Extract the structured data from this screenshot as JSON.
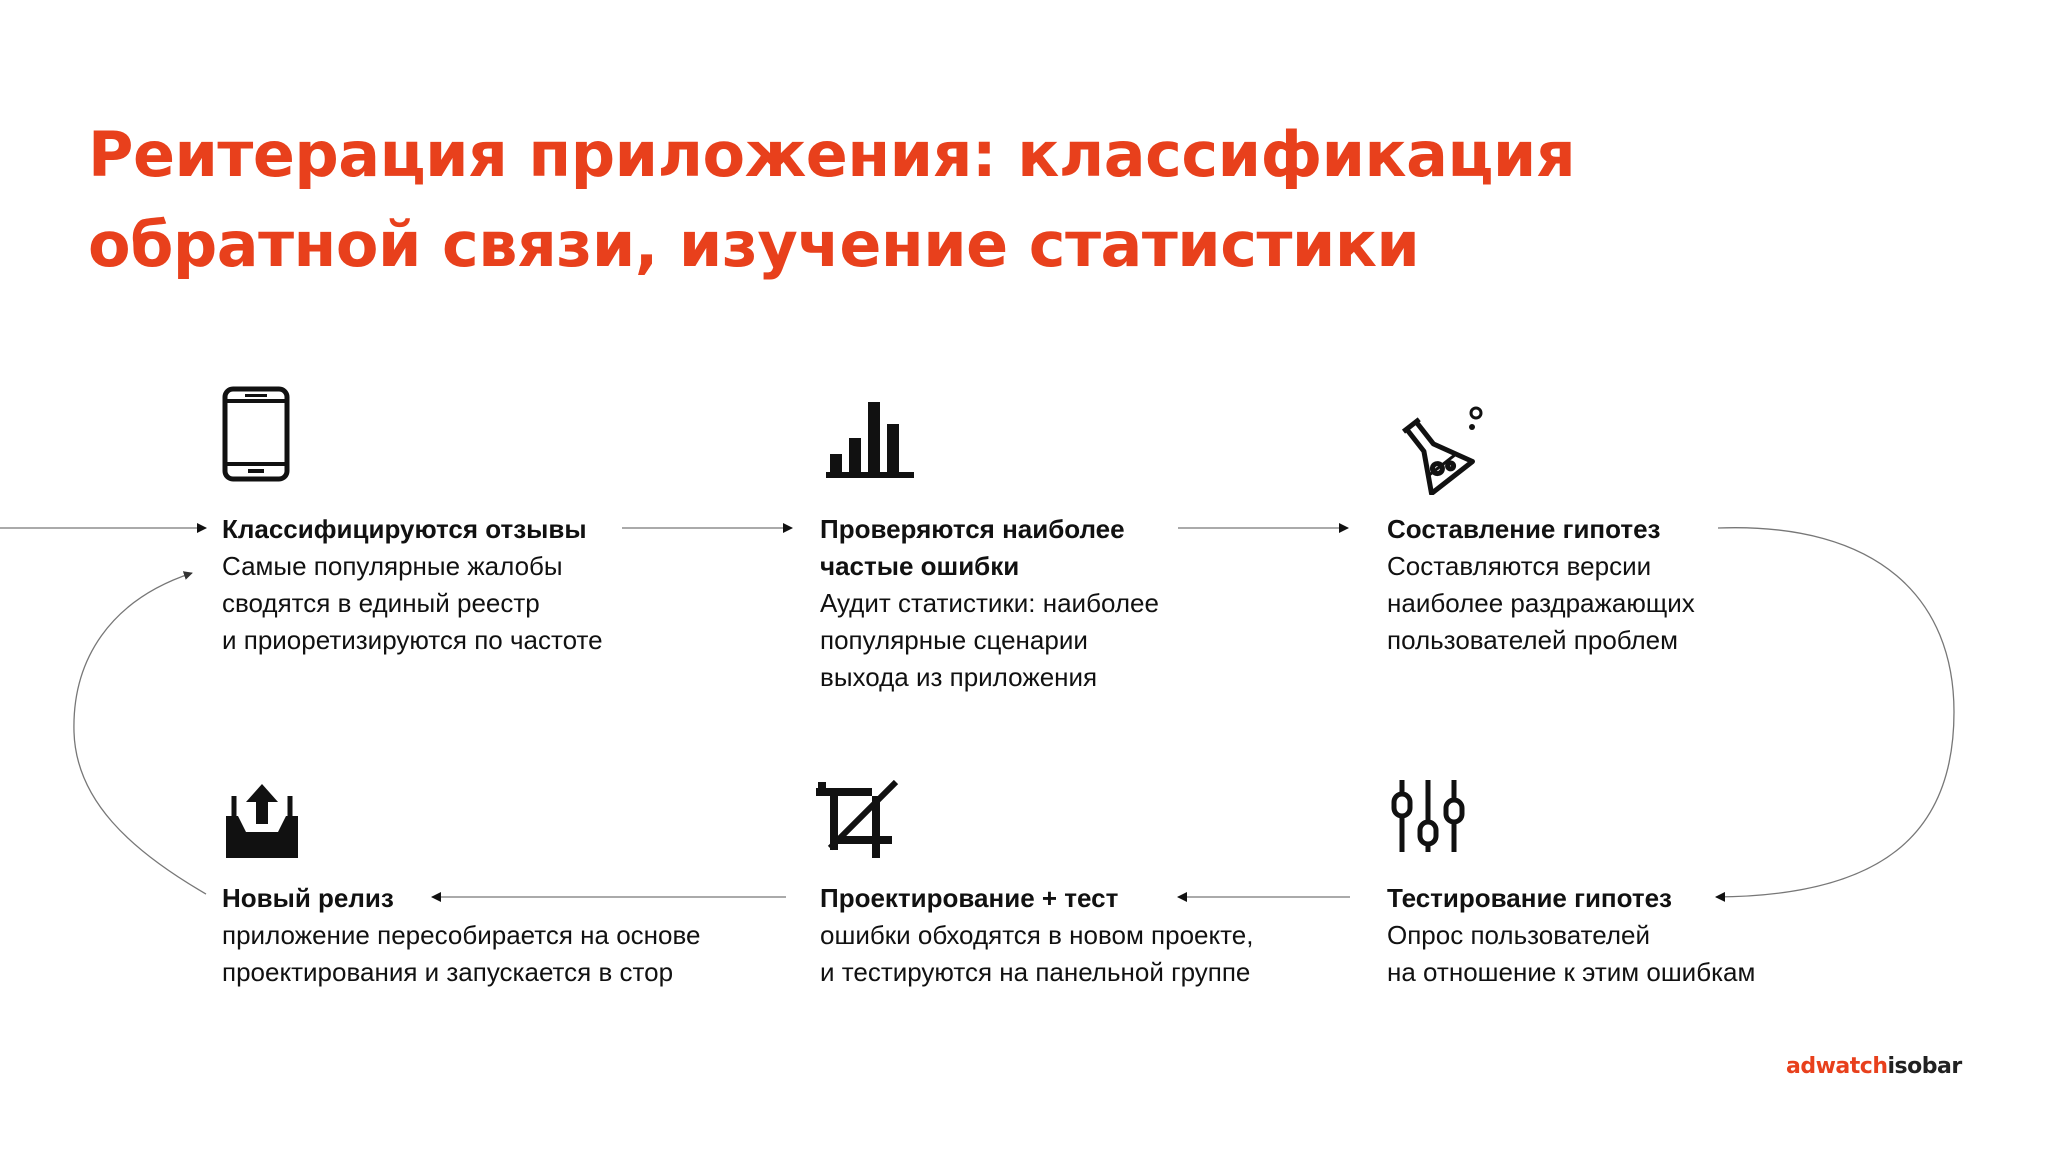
{
  "title": {
    "line1": "Реитерация приложения: классификация",
    "line2": "обратной связи, изучение статистики"
  },
  "steps": [
    {
      "icon": "smartphone-icon",
      "heading": "Классифицируются отзывы",
      "lines": [
        "Самые популярные жалобы",
        "сводятся в единый реестр",
        "и приоретизируются по частоте"
      ]
    },
    {
      "icon": "bar-chart-icon",
      "heading": "Проверяются наиболее",
      "heading2": "частые ошибки",
      "lines": [
        "Аудит статистики: наиболее",
        "популярные сценарии",
        "выхода из приложения"
      ]
    },
    {
      "icon": "flask-icon",
      "heading": "Составление гипотез",
      "lines": [
        "Составляются версии",
        "наиболее раздражающих",
        "пользователей проблем"
      ]
    },
    {
      "icon": "sliders-icon",
      "heading": "Тестирование гипотез",
      "lines": [
        "Опрос пользователей",
        "на отношение к этим ошибкам"
      ]
    },
    {
      "icon": "crop-icon",
      "heading": "Проектирование + тест",
      "lines": [
        "ошибки обходятся в новом проекте,",
        "и тестируются на панельной группе"
      ]
    },
    {
      "icon": "upload-tray-icon",
      "heading": "Новый релиз",
      "lines": [
        "приложение пересобирается на основе",
        "проектирования и запускается в стор"
      ]
    }
  ],
  "logo": {
    "part1": "adwatch",
    "part2": "isobar"
  },
  "colors": {
    "accent": "#e8401c",
    "text": "#111111",
    "line": "#777777"
  }
}
